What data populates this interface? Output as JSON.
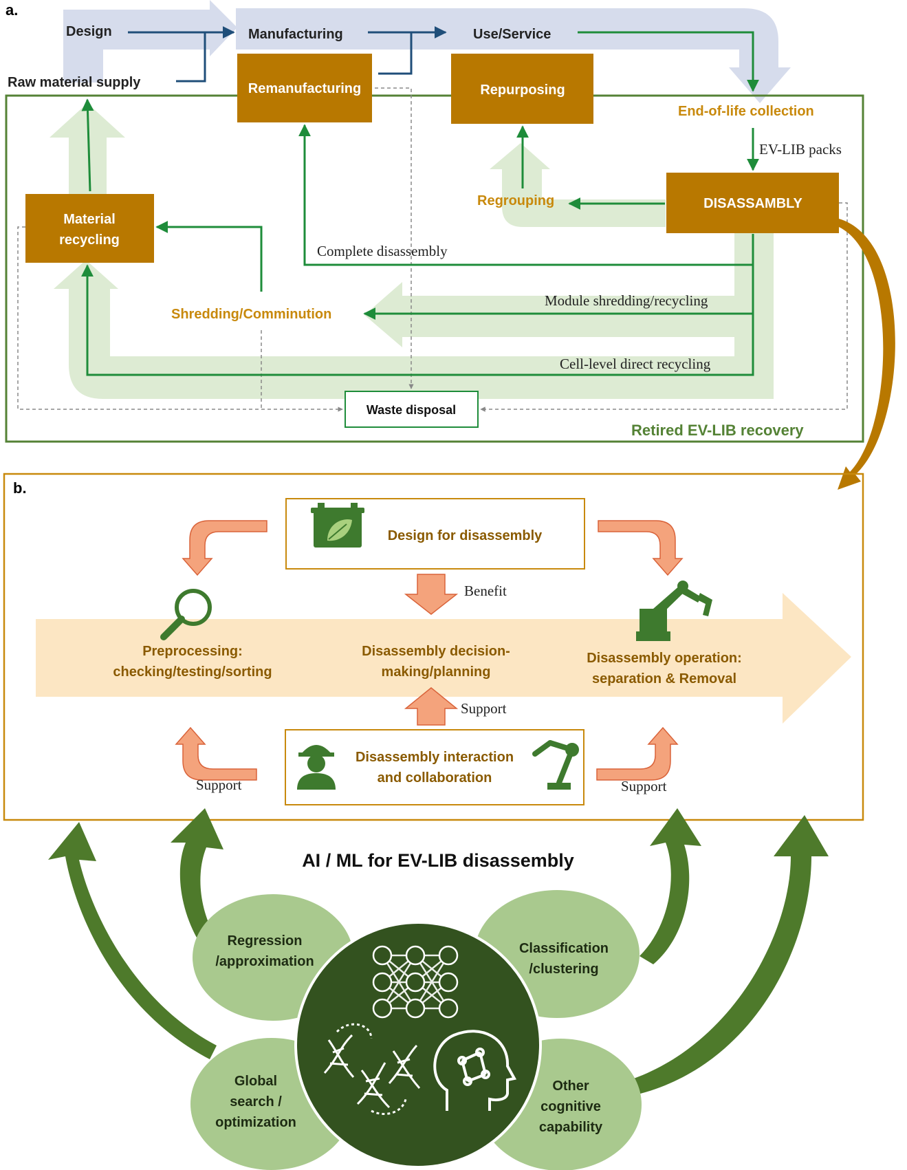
{
  "colors": {
    "brown_box": "#B87800",
    "green_line": "#1E8C3A",
    "navy_line": "#1F4E79",
    "orange_text": "#C8890C",
    "panel_border_a": "#548235",
    "panel_border_b": "#C8890C",
    "dark_green": "#33521F",
    "mid_green": "#4E7A2B",
    "light_green": "#A9C98E",
    "pale_green": "#DDEBD3",
    "pale_blue": "#D6DCEC",
    "pale_orange": "#FCE6C3",
    "salmon": "#F4A37C",
    "salmon_edge": "#D9633A",
    "icon_green": "#3E7A2E"
  },
  "panel_a": {
    "label": "a.",
    "top_flow": {
      "design": "Design",
      "raw_material": "Raw material supply",
      "manufacturing": "Manufacturing",
      "use_service": "Use/Service"
    },
    "boxes": {
      "remanufacturing": "Remanufacturing",
      "repurposing": "Repurposing",
      "disassembly": "DISASSAMBLY",
      "material_recycling_1": "Material",
      "material_recycling_2": "recycling",
      "waste_disposal": "Waste disposal"
    },
    "labels": {
      "end_of_life": "End-of-life collection",
      "ev_lib_packs": "EV-LIB packs",
      "regrouping": "Regrouping",
      "complete_disassembly": "Complete disassembly",
      "shredding": "Shredding/Comminution",
      "module_shredding": "Module shredding/recycling",
      "cell_level": "Cell-level direct recycling",
      "retired_recovery": "Retired EV-LIB recovery"
    }
  },
  "panel_b": {
    "label": "b.",
    "design_for_disassembly": "Design for disassembly",
    "benefit": "Benefit",
    "support_center": "Support",
    "support_left": "Support",
    "support_right": "Support",
    "preprocessing_1": "Preprocessing:",
    "preprocessing_2": "checking/testing/sorting",
    "decision_1": "Disassembly decision-",
    "decision_2": "making/planning",
    "operation_1": "Disassembly operation:",
    "operation_2": "separation & Removal",
    "interaction_1": "Disassembly interaction",
    "interaction_2": "and collaboration",
    "icons": [
      "magnifier-icon",
      "battery-leaf-icon",
      "robot-arm-icon",
      "worker-icon",
      "robot-arm-icon"
    ]
  },
  "panel_c": {
    "title": "AI / ML for EV-LIB disassembly",
    "regression_1": "Regression",
    "regression_2": "/approximation",
    "classification_1": "Classification",
    "classification_2": "/clustering",
    "global_1": "Global",
    "global_2": "search /",
    "global_3": "optimization",
    "other_1": "Other",
    "other_2": "cognitive",
    "other_3": "capability",
    "icons": [
      "neural-network-icon",
      "dna-icon",
      "brain-head-icon"
    ]
  }
}
